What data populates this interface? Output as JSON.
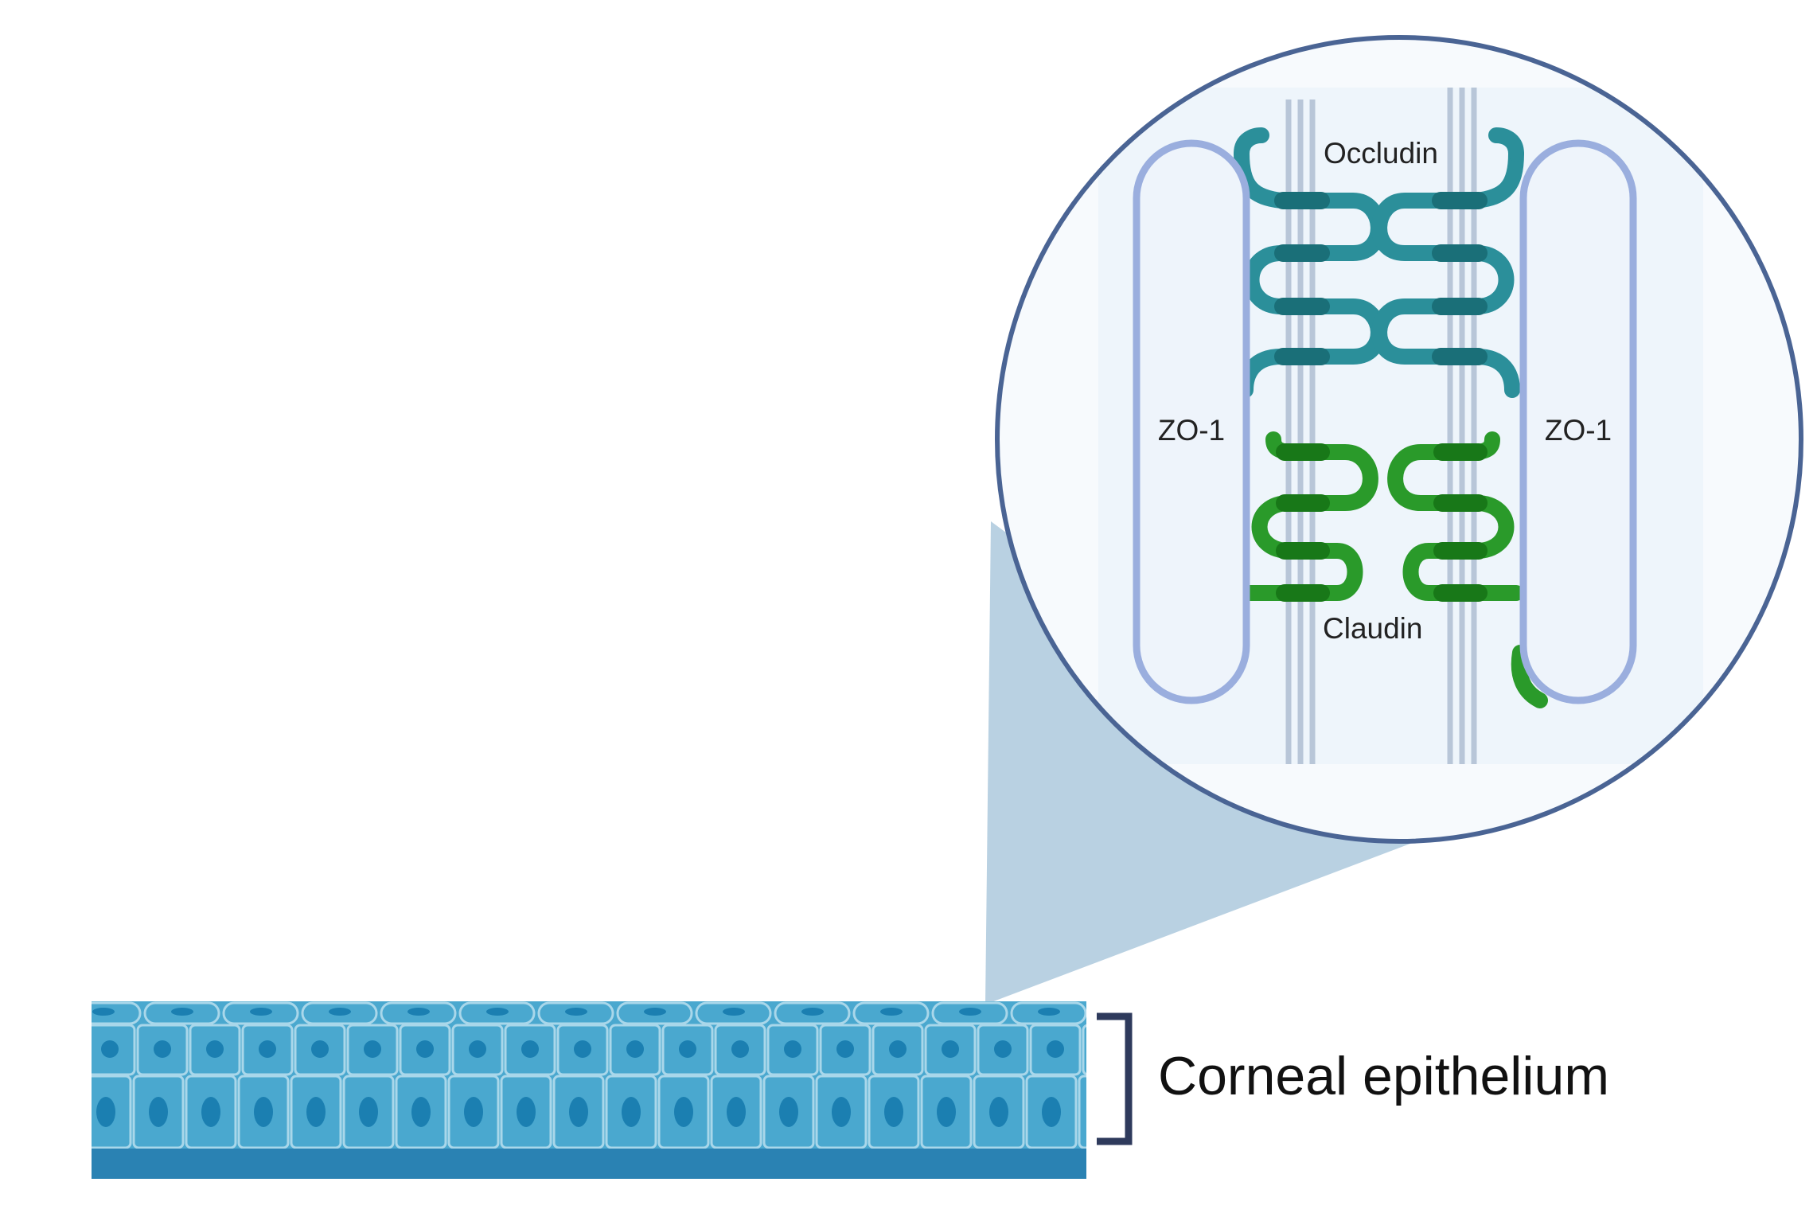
{
  "labels": {
    "occludin": "Occludin",
    "claudin": "Claudin",
    "zo1_left": "ZO-1",
    "zo1_right": "ZO-1",
    "tissue": "Corneal epithelium"
  },
  "colors": {
    "epithelium_cell": "#4aa8cf",
    "epithelium_cell_edge": "#a9d7ea",
    "nucleus": "#1b7fb1",
    "basement_layer": "#2a82b3",
    "zoom_wedge": "#b9d1e2",
    "zoom_circle_border": "#4a6494",
    "zoom_bg": "#eef5fb",
    "membrane": "#b8c6d8",
    "zo1_border": "#9aaede",
    "zo1_fill": "#eef4fb",
    "occludin": "#2b8f9a",
    "occludin_dark": "#1a6f78",
    "claudin": "#2a9a2a",
    "claudin_dark": "#187818",
    "bracket": "#2e3a5c"
  }
}
